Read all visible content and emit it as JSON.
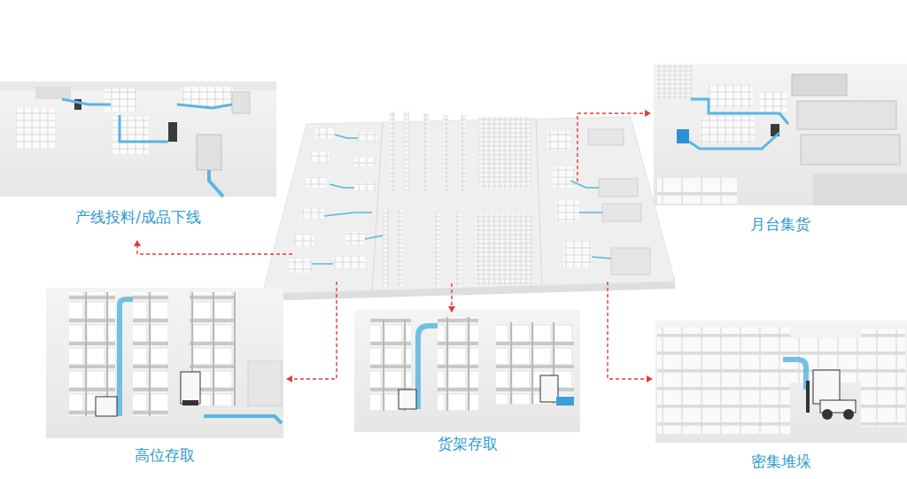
{
  "diagram": {
    "nodes": [
      {
        "text": [
          "产线投料/成品下线"
        ]
      },
      {
        "text": [
          "月台集货"
        ]
      },
      {
        "text": [
          "高位存取"
        ]
      },
      {
        "text": [
          "货架存取"
        ]
      },
      {
        "text": [
          "密集堆垛"
        ]
      }
    ]
  }
}
